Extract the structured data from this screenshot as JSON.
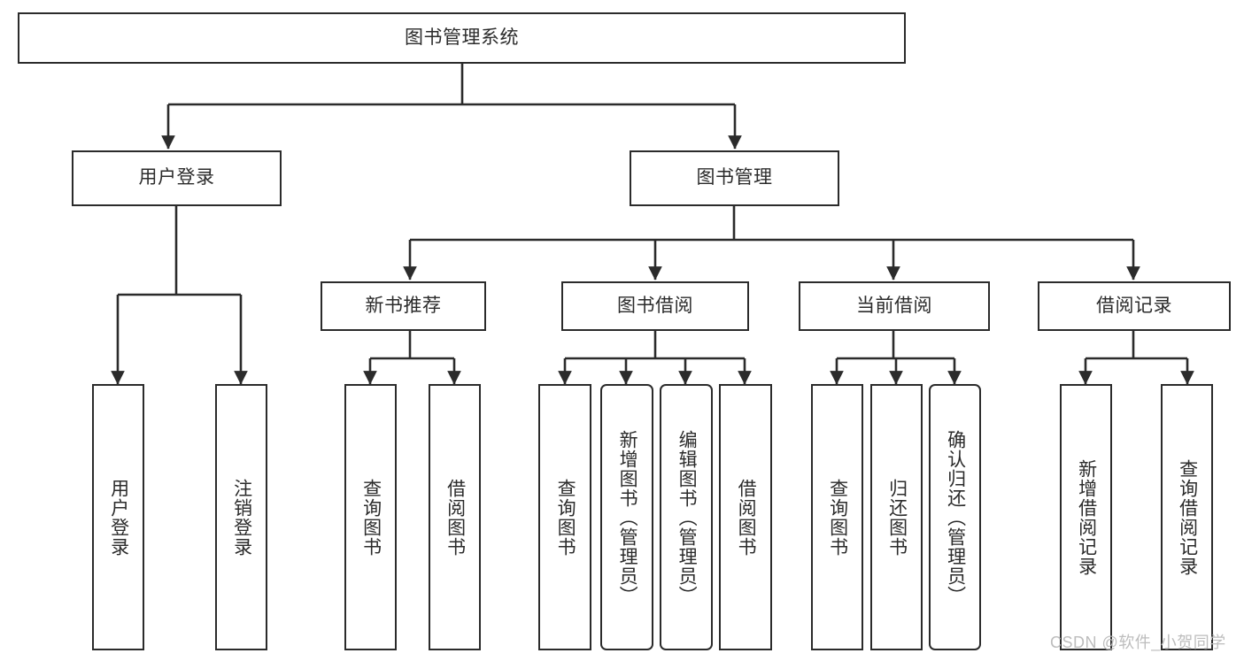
{
  "diagram": {
    "type": "tree-hierarchy",
    "title": "图书管理系统",
    "colors": {
      "background": "#ffffff",
      "stroke": "#2b2b2b",
      "text": "#2b2b2b",
      "watermark": "#bdbdbd"
    },
    "levels": {
      "root": {
        "label": "图书管理系统"
      },
      "level2": [
        {
          "label": "用户登录"
        },
        {
          "label": "图书管理"
        }
      ],
      "level3": [
        {
          "label": "新书推荐"
        },
        {
          "label": "图书借阅"
        },
        {
          "label": "当前借阅"
        },
        {
          "label": "借阅记录"
        }
      ]
    },
    "leaves": {
      "user_login": [
        {
          "label": "用户登录",
          "rounded": false
        },
        {
          "label": "注销登录",
          "rounded": false
        }
      ],
      "new_book_recommend": [
        {
          "label": "查询图书",
          "rounded": false
        },
        {
          "label": "借阅图书",
          "rounded": false
        }
      ],
      "book_borrow": [
        {
          "label": "查询图书",
          "rounded": false
        },
        {
          "label": "新增图书（管理员）",
          "rounded": true
        },
        {
          "label": "编辑图书（管理员）",
          "rounded": true
        },
        {
          "label": "借阅图书",
          "rounded": false
        }
      ],
      "current_borrow": [
        {
          "label": "查询图书",
          "rounded": false
        },
        {
          "label": "归还图书",
          "rounded": false
        },
        {
          "label": "确认归还（管理员）",
          "rounded": true
        }
      ],
      "borrow_record": [
        {
          "label": "新增借阅记录",
          "rounded": false
        },
        {
          "label": "查询借阅记录",
          "rounded": false
        }
      ]
    },
    "watermark": "CSDN @软件_小贺同学"
  }
}
